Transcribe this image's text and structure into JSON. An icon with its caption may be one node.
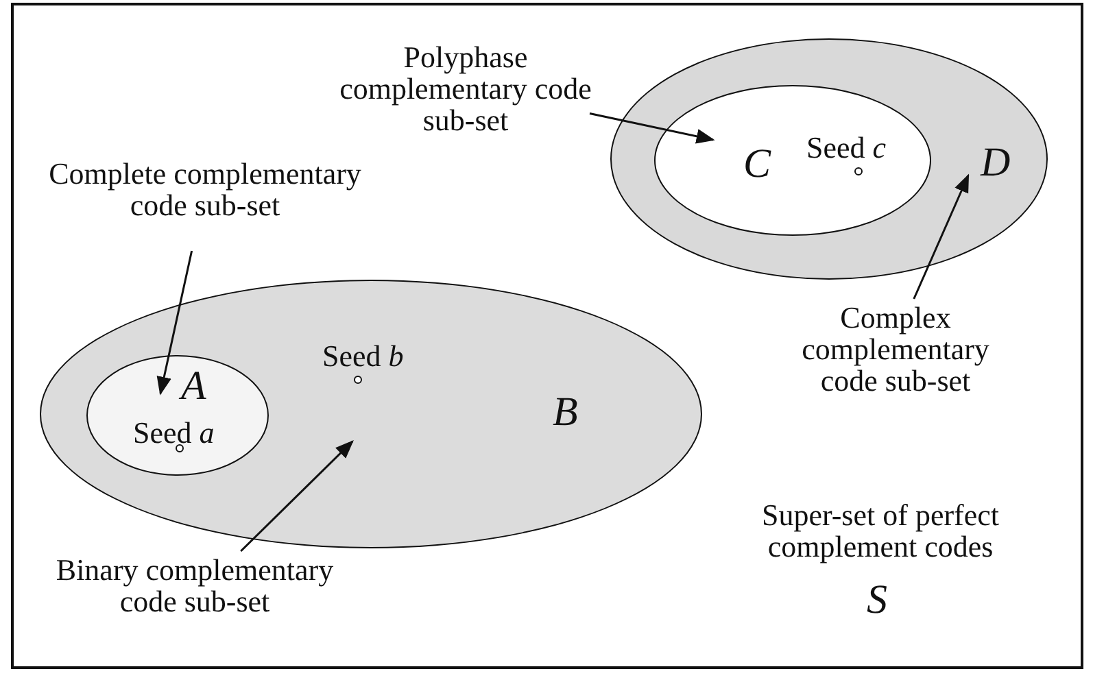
{
  "diagram": {
    "nodes": [
      {
        "text": [
          "Super-set of perfect complement codes",
          "*S*"
        ]
      },
      {
        "text": [
          "*D*"
        ],
        "in": 0
      },
      {
        "text": [
          "*C*",
          "Seed *c*"
        ],
        "in": 1
      },
      {
        "text": [
          "Polyphase complementary code sub-set"
        ],
        "in": 0
      },
      {
        "text": [
          "Complete complementary code sub-set"
        ],
        "in": 0
      },
      {
        "text": [
          "*B*",
          "Seed *b*"
        ],
        "in": 0
      },
      {
        "text": [
          "*A*",
          "Seed *a*"
        ],
        "in": 5
      },
      {
        "text": [
          "Complex complementary code sub-set"
        ],
        "in": 0
      },
      {
        "text": [
          "Binary complementary code sub-set"
        ],
        "in": 0
      }
    ],
    "edges": [
      {
        "from": 3,
        "to": 2,
        "arrow": "to"
      },
      {
        "from": 4,
        "to": 6,
        "arrow": "to"
      },
      {
        "from": 7,
        "to": 1,
        "arrow": "to"
      },
      {
        "from": 8,
        "to": 5,
        "arrow": "to"
      }
    ]
  }
}
